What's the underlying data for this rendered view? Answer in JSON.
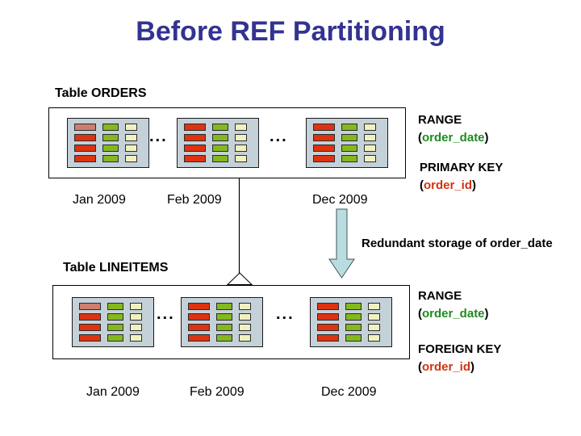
{
  "title": "Before REF Partitioning",
  "ellipsis": "...",
  "punct": {
    "open": "(",
    "close": ")"
  },
  "arrow_note": "Redundant storage of order_date",
  "orders": {
    "label": "Table ORDERS",
    "partition_labels": [
      "Jan 2009",
      "Feb 2009",
      "Dec 2009"
    ],
    "range_label": "RANGE",
    "range_key": "order_date",
    "key_label": "PRIMARY KEY",
    "key_name": "order_id"
  },
  "lineitems": {
    "label": "Table LINEITEMS",
    "partition_labels": [
      "Jan 2009",
      "Feb 2009",
      "Dec 2009"
    ],
    "range_label": "RANGE",
    "range_key": "order_date",
    "key_label": "FOREIGN KEY",
    "key_name": "order_id"
  },
  "grid": {
    "rows": 4,
    "columns": [
      "red",
      "green",
      "yellow"
    ]
  },
  "colors": {
    "title": "#333392",
    "partition_bg": "#c5d1d8",
    "cell_red": "#dd3311",
    "cell_red_faded": "#cd7e6e",
    "cell_green": "#84b81e",
    "cell_yellow": "#f0f1c0",
    "arrow_fill": "#b9dce0",
    "keyword_green": "#1f8b1f",
    "keyword_red": "#cf3312"
  }
}
